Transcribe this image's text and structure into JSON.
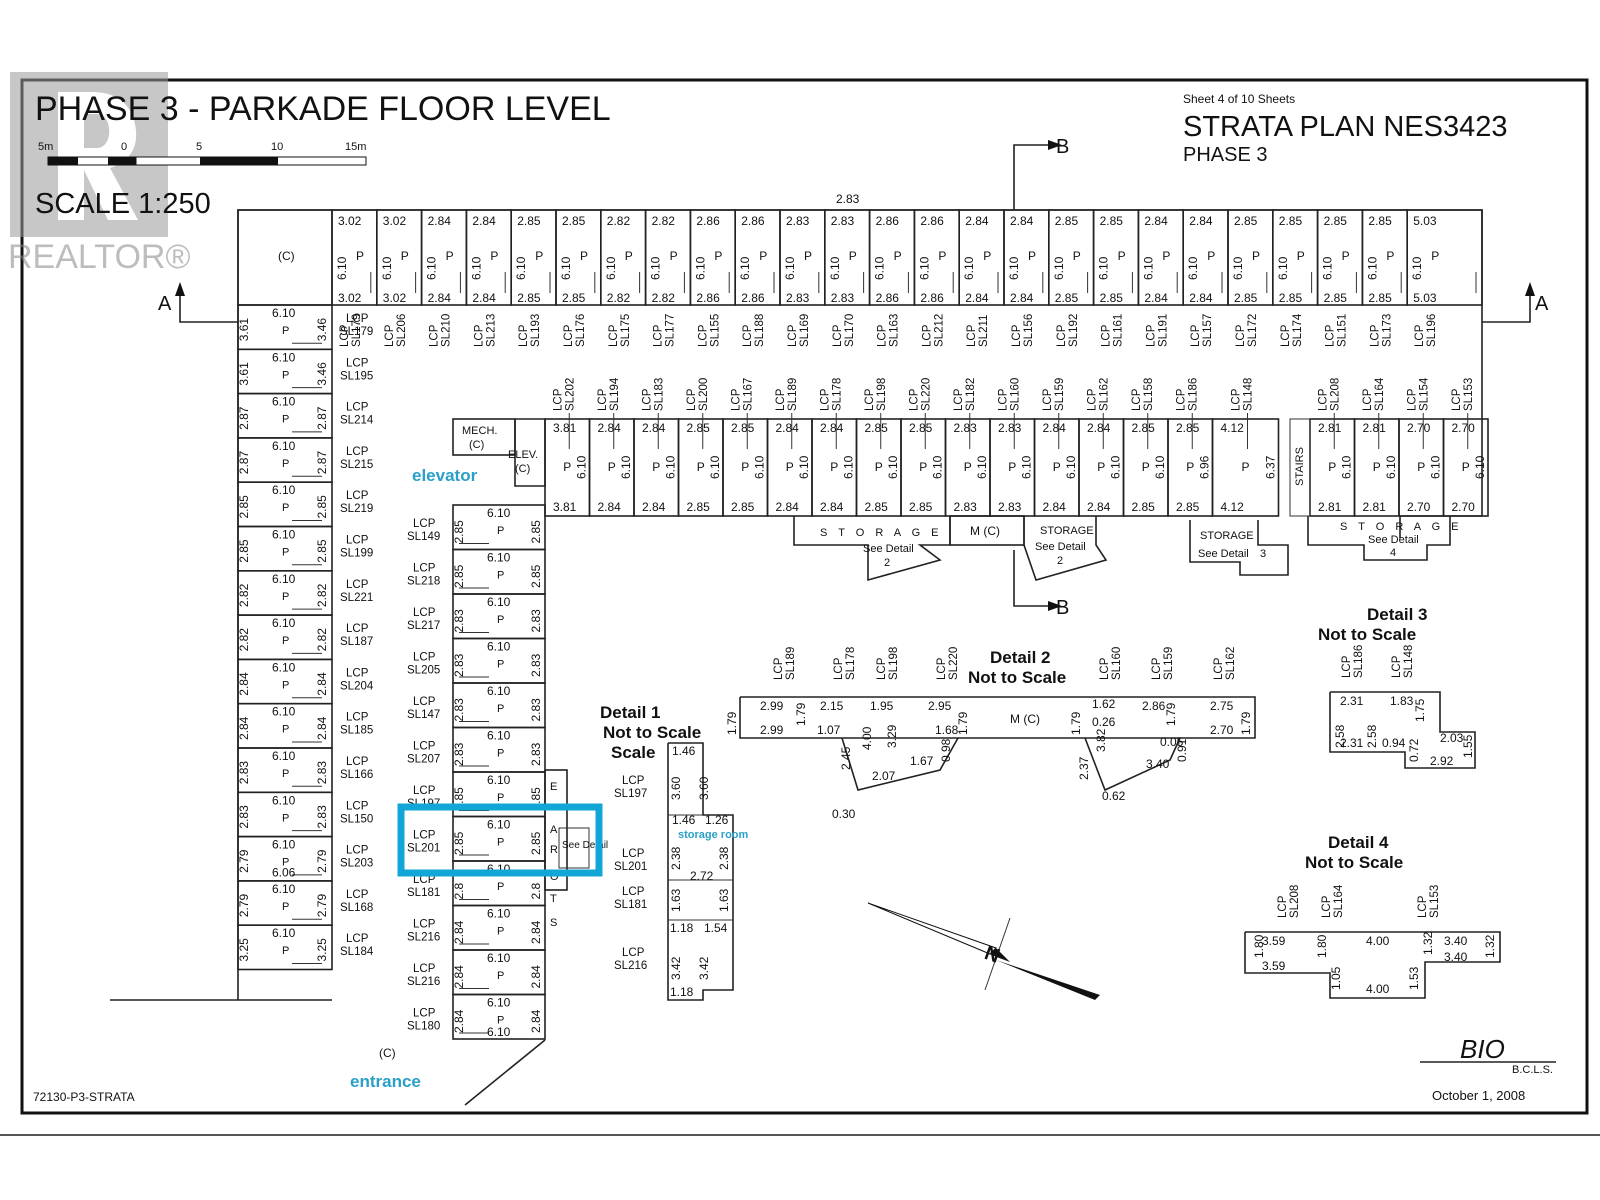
{
  "title": "PHASE 3 - PARKADE FLOOR LEVEL",
  "scale": {
    "label": "SCALE 1:250",
    "ticks": [
      "5m",
      "0",
      "5",
      "10",
      "15m"
    ]
  },
  "sheet": "Sheet 4 of 10 Sheets",
  "plan_name": "STRATA PLAN NES3423",
  "phase": "PHASE 3",
  "watermark": "REALTOR®",
  "section_b": "B",
  "section_a": "A",
  "labels": {
    "elevator": "elevator",
    "entrance": "entrance",
    "storage_room": "storage room",
    "mech": "MECH.",
    "elev": "ELEV.",
    "common": "(C)",
    "stairs": "STAIRS",
    "storage": "STORAGE",
    "storage_spaced": "S T O R A G E",
    "m_common": "M (C)",
    "see_detail": "See Detail",
    "parking": "P",
    "surveyor": "B.C.L.S.",
    "date": "October 1, 2008",
    "drawing_no": "72130-P3-STRATA",
    "signature": "BIO"
  },
  "details": [
    {
      "name": "Detail 1",
      "note": "Not to Scale"
    },
    {
      "name": "Detail 2",
      "note": "Not to Scale"
    },
    {
      "name": "Detail 3",
      "note": "Not to Scale"
    },
    {
      "name": "Detail 4",
      "note": "Not to Scale"
    }
  ],
  "top_row": {
    "overall": "2.83",
    "dims": [
      "3.02",
      "3.02",
      "2.84",
      "2.84",
      "2.85",
      "2.85",
      "2.82",
      "2.82",
      "2.86",
      "2.86",
      "2.83",
      "2.83",
      "2.86",
      "2.86",
      "2.84",
      "2.84",
      "2.85",
      "2.85",
      "2.84",
      "2.84",
      "2.85",
      "2.85",
      "2.85",
      "2.85",
      "5.03"
    ],
    "lcps": [
      "SL179",
      "SL206",
      "SL210",
      "SL213",
      "SL193",
      "SL176",
      "SL175",
      "SL177",
      "SL155",
      "SL188",
      "SL169",
      "SL170",
      "SL163",
      "SL212",
      "SL211",
      "SL156",
      "SL192",
      "SL161",
      "SL191",
      "SL157",
      "SL172",
      "SL174",
      "SL151",
      "SL173",
      "SL196"
    ]
  },
  "second_row": {
    "dims": [
      "3.81",
      "2.84",
      "2.84",
      "2.85",
      "2.85",
      "2.84",
      "2.84",
      "2.85",
      "2.85",
      "2.83",
      "2.83",
      "2.84",
      "2.84",
      "2.85",
      "2.85",
      "4.12",
      "2.81",
      "2.81",
      "2.70",
      "2.70"
    ],
    "lcps": [
      "SL202",
      "SL194",
      "SL183",
      "SL200",
      "SL167",
      "SL189",
      "SL178",
      "SL198",
      "SL220",
      "SL182",
      "SL160",
      "SL159",
      "SL162",
      "SL158",
      "SL186",
      "SL148",
      "SL208",
      "SL164",
      "SL154",
      "SL153"
    ]
  },
  "left_column": {
    "widths": [
      "3.61",
      "3.61",
      "2.87",
      "2.87",
      "2.85",
      "2.85",
      "2.82",
      "2.82",
      "2.84",
      "2.84",
      "2.83",
      "2.83",
      "2.79",
      "2.79",
      "3.25"
    ],
    "right_widths": [
      "3.46",
      "3.46",
      "2.87",
      "2.87",
      "2.85",
      "2.85",
      "2.82",
      "2.82",
      "2.84",
      "2.84",
      "2.83",
      "2.83",
      "2.79",
      "2.79",
      "3.25"
    ],
    "lcps": [
      "SL179",
      "SL195",
      "SL214",
      "SL215",
      "SL219",
      "SL199",
      "SL221",
      "SL187",
      "SL204",
      "SL185",
      "SL166",
      "SL150",
      "SL203",
      "SL168",
      "SL184",
      "SL165"
    ]
  },
  "middle_column": {
    "widths": [
      "2.85",
      "2.85",
      "2.83",
      "2.83",
      "2.83",
      "2.83",
      "2.85",
      "2.85",
      "2.8",
      "2.84",
      "2.84",
      "2.84"
    ],
    "lcps": [
      "SL149",
      "SL218",
      "SL217",
      "SL205",
      "SL147",
      "SL207",
      "SL197",
      "SL201",
      "SL181",
      "SL216",
      "SL216",
      "SL180"
    ]
  },
  "common_values": {
    "lcp": "LCP",
    "stall_depth": "6.10",
    "alt_depth": "6.06",
    "dim_696": "6.96",
    "dim_637": "6.37"
  },
  "detail1": {
    "dims": [
      "1.46",
      "3.60",
      "3.60",
      "1.46",
      "1.26",
      "2.38",
      "2.38",
      "2.72",
      "1.63",
      "1.63",
      "1.18",
      "1.54",
      "3.42",
      "3.42",
      "1.18"
    ],
    "lcps": [
      "SL197",
      "SL201",
      "SL181",
      "SL216"
    ]
  },
  "detail2": {
    "dims": [
      "1.79",
      "2.99",
      "2.99",
      "1.79",
      "2.15",
      "1.07",
      "1.95",
      "4.00",
      "3.29",
      "2.95",
      "1.68",
      "1.79",
      "0.98",
      "2.45",
      "2.07",
      "1.67",
      "0.30",
      "1.79",
      "1.62",
      "0.26",
      "3.82",
      "2.86",
      "1.79",
      "0.05",
      "0.91",
      "3.40",
      "2.37",
      "0.62",
      "2.75",
      "2.70",
      "1.79"
    ],
    "lcps": [
      "SL189",
      "SL178",
      "SL198",
      "SL220",
      "SL160",
      "SL159",
      "SL162"
    ]
  },
  "detail3": {
    "dims": [
      "2.31",
      "2.58",
      "2.58",
      "2.31",
      "1.83",
      "1.75",
      "0.94",
      "0.72",
      "2.03",
      "1.55",
      "2.92"
    ],
    "lcps": [
      "SL186",
      "SL148"
    ]
  },
  "detail4": {
    "dims": [
      "1.80",
      "3.59",
      "3.59",
      "1.80",
      "1.05",
      "4.00",
      "4.00",
      "1.53",
      "1.32",
      "3.40",
      "3.40",
      "1.32"
    ],
    "lcps": [
      "SL208",
      "SL164",
      "SL153"
    ]
  }
}
